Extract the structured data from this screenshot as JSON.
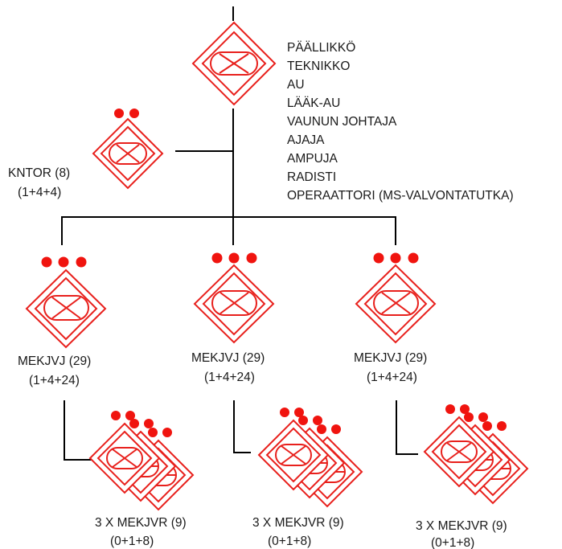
{
  "colors": {
    "symbol": "#e8201c",
    "dot": "#f0140f",
    "connector": "#000000",
    "text": "#1a1a1a"
  },
  "hq": {
    "symbol": "hq-unit-symbol",
    "roles": [
      "PÄÄLLIKKÖ",
      "TEKNIKKO",
      "AU",
      "LÄÄK-AU",
      "VAUNUN  JOHTAJA",
      "AJAJA",
      "AMPUJA",
      "RADISTI",
      "OPERAATTORI (MS-VALVONTATUTKA)"
    ]
  },
  "kntor": {
    "name": "KNTOR (8)",
    "strength": "(1+4+4)",
    "echelon_dots": 2
  },
  "platoons": [
    {
      "name": "MEKJVJ  (29)",
      "strength": "(1+4+24)",
      "echelon_dots": 3,
      "squads": {
        "label": "3 X MEKJVR (9)",
        "strength": "(0+1+8)",
        "echelon_dots": 2,
        "count": 3
      }
    },
    {
      "name": "MEKJVJ  (29)",
      "strength": "(1+4+24)",
      "echelon_dots": 3,
      "squads": {
        "label": "3 X MEKJVR (9)",
        "strength": "(0+1+8)",
        "echelon_dots": 2,
        "count": 3
      }
    },
    {
      "name": "MEKJVJ  (29)",
      "strength": "(1+4+24)",
      "echelon_dots": 3,
      "squads": {
        "label": "3 X MEKJVR (9)",
        "strength": "(0+1+8)",
        "echelon_dots": 2,
        "count": 3
      }
    }
  ]
}
